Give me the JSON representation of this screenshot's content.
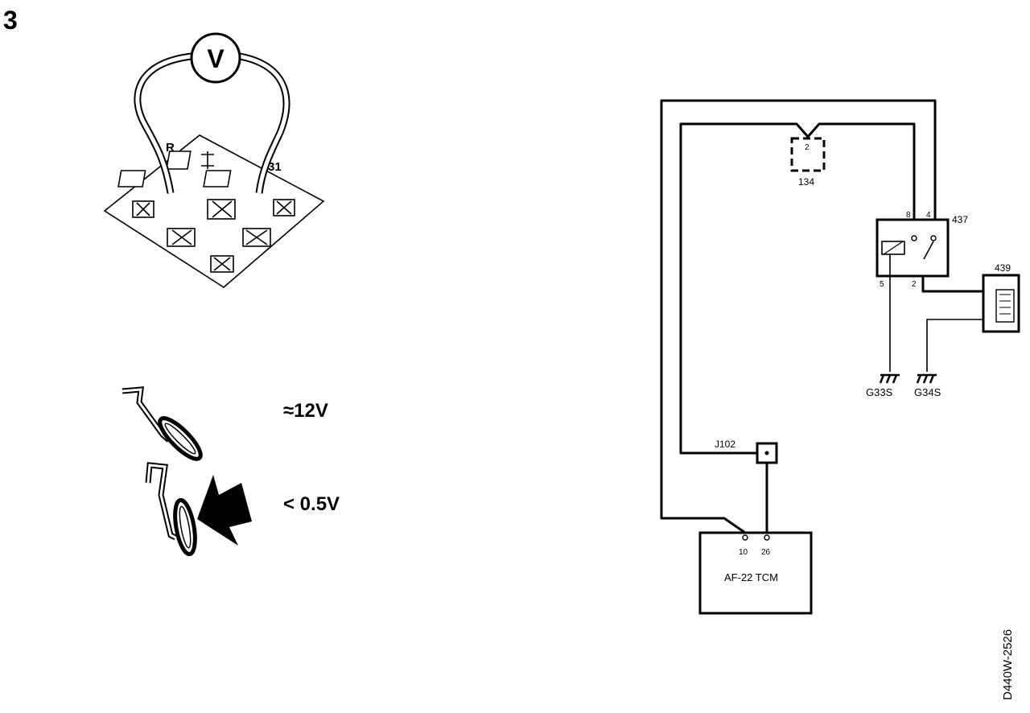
{
  "figure": {
    "step_number": "3",
    "doc_code": "D440W-2526"
  },
  "voltmeter": {
    "symbol": "V",
    "pin_r": "R",
    "pin_31": "31"
  },
  "pedal_states": [
    {
      "reading": "≈12V"
    },
    {
      "reading": "< 0.5V"
    }
  ],
  "schematic": {
    "connector_134": {
      "label": "134",
      "pin": "2"
    },
    "relay_437": {
      "label": "437",
      "pins": [
        "8",
        "4",
        "5",
        "2"
      ]
    },
    "component_439": {
      "label": "439"
    },
    "grounds": [
      "G33S",
      "G34S"
    ],
    "junction": {
      "label": "J102"
    },
    "tcm": {
      "label": "AF-22 TCM",
      "pins": [
        "10",
        "26"
      ]
    }
  }
}
